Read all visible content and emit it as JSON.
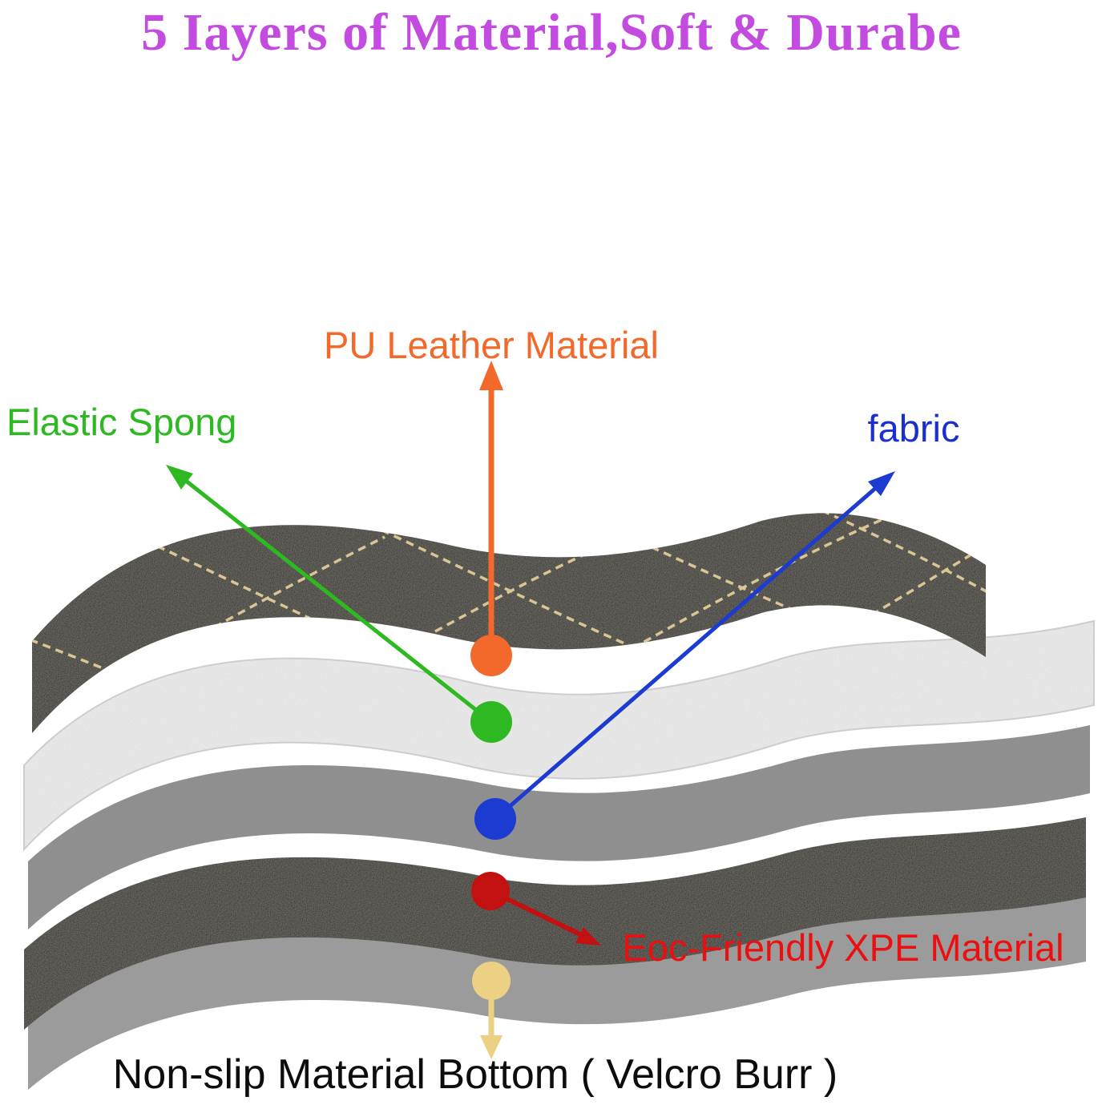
{
  "title": {
    "text": "5 Iayers of Material,Soft & Durabe",
    "color": "#c44be0"
  },
  "labels": {
    "pu_leather": {
      "text": "PU Leather Material",
      "color": "#f2692b"
    },
    "elastic_sponge": {
      "text": "Elastic Spong",
      "color": "#2eb822"
    },
    "fabric": {
      "text": "fabric",
      "color": "#1b2ed1"
    },
    "xpe": {
      "text": "Eoc-Friendly XPE Material",
      "color": "#ea1010"
    },
    "non_slip": {
      "text": "Non-slip Material Bottom ( Velcro Burr )",
      "color": "#0d0d0d"
    }
  },
  "markers": {
    "pu_leather": "#f2692b",
    "elastic_sponge": "#2eb822",
    "fabric": "#1b3bd1",
    "xpe": "#c31010",
    "non_slip": "#ecd084"
  },
  "layers": {
    "pu_leather": "#1d1d1d",
    "elastic_sponge": "#ebebeb",
    "fabric": "#8f8f8f",
    "xpe": "#1b1b1b",
    "non_slip": "#9c9c9c",
    "stitch_color": "#d9c694"
  }
}
